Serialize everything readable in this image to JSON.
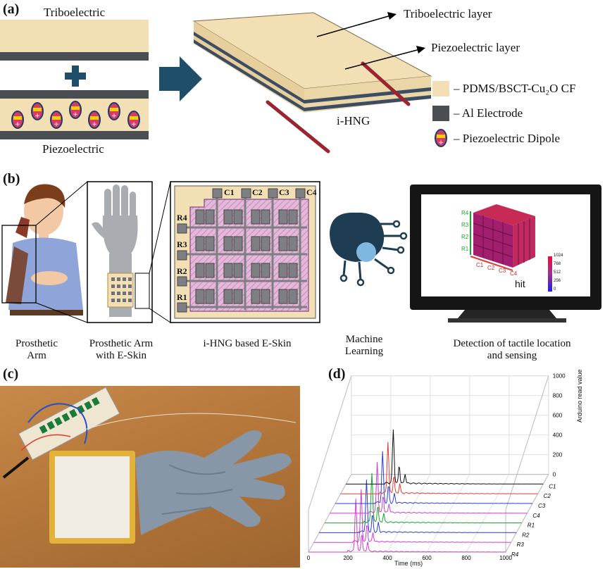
{
  "panel_a": {
    "label": "(a)",
    "top_text": "Triboelectric",
    "bottom_text": "Piezoelectric",
    "callout_tribo": "Triboelectric layer",
    "callout_piezo": "Piezoelectric layer",
    "device_name": "i-HNG",
    "legend": [
      {
        "swatch": "#f2dfb4",
        "text": "– PDMS/BSCT-Cu₂O CF"
      },
      {
        "swatch": "#4a4d52",
        "text": "– Al Electrode"
      },
      {
        "swatch": "dipole",
        "text": "– Piezoelectric Dipole"
      }
    ],
    "colors": {
      "film": "#f2dfb4",
      "electrode": "#4a4d52",
      "arrow": "#1f4e6b"
    }
  },
  "panel_b": {
    "label": "(b)",
    "captions": {
      "prosthetic_arm": "Prosthetic Arm",
      "arm_eskin": "Prosthetic Arm with E-Skin",
      "eskin": "i-HNG  based E-Skin",
      "ml": "Machine Learning",
      "detection": "Detection of tactile location and sensing"
    },
    "grid": {
      "cols": [
        "C1",
        "C2",
        "C3",
        "C4"
      ],
      "rows": [
        "R4",
        "R3",
        "R2",
        "R1"
      ]
    },
    "screen": {
      "word": "hit",
      "x_ticks": [
        "C1",
        "C2",
        "C3",
        "C4"
      ],
      "y_ticks": [
        "R4",
        "R3",
        "R2",
        "R1"
      ],
      "bar_ticks": [
        "1024",
        "768",
        "512",
        "256",
        "0"
      ]
    }
  },
  "panel_c": {
    "label": "(c)"
  },
  "panel_d": {
    "label": "(d)"
  },
  "chart_data": {
    "type": "line",
    "xlabel": "Time (ms)",
    "ylabel": "Arduino read value",
    "xlim": [
      0,
      1000
    ],
    "ylim": [
      0,
      1000
    ],
    "x_ticks": [
      0,
      200,
      400,
      600,
      800,
      1000
    ],
    "y_ticks": [
      0,
      200,
      400,
      600,
      800,
      1000
    ],
    "series": [
      {
        "name": "C1",
        "color": "#111111",
        "peak_x": 240,
        "peak_y": 600
      },
      {
        "name": "C2",
        "color": "#e53935",
        "peak_x": 240,
        "peak_y": 580
      },
      {
        "name": "C3",
        "color": "#2b3fd6",
        "peak_x": 240,
        "peak_y": 570
      },
      {
        "name": "C4",
        "color": "#d13dd1",
        "peak_x": 240,
        "peak_y": 560
      },
      {
        "name": "R1",
        "color": "#17a62b",
        "peak_x": 240,
        "peak_y": 560
      },
      {
        "name": "R2",
        "color": "#2b3fd6",
        "peak_x": 240,
        "peak_y": 580
      },
      {
        "name": "R3",
        "color": "#d13dd1",
        "peak_x": 240,
        "peak_y": 580
      },
      {
        "name": "R4",
        "color": "#d13dd1",
        "peak_x": 240,
        "peak_y": 600
      }
    ]
  }
}
